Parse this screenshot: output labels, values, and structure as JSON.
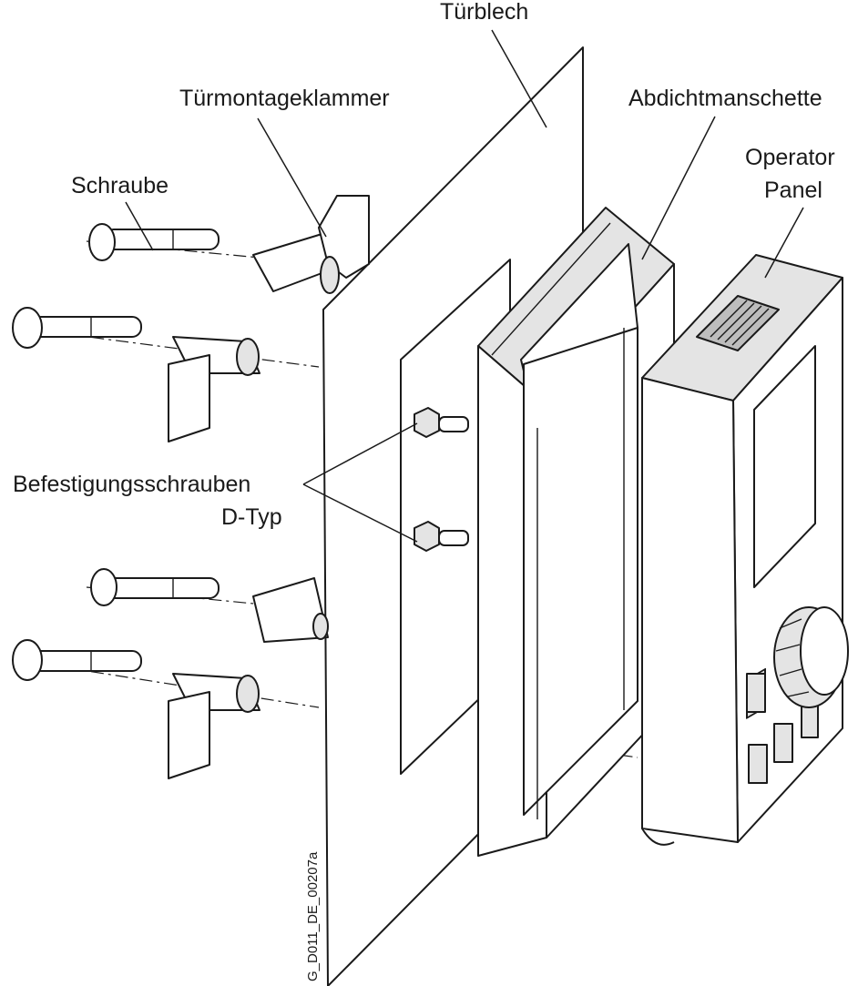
{
  "labels": {
    "turblech": "Türblech",
    "turmontageklammer": "Türmontageklammer",
    "abdichtmanschette": "Abdichtmanschette",
    "schraube": "Schraube",
    "operator_line1": "Operator",
    "operator_line2": "Panel",
    "befestigung_line1": "Befestigungsschrauben",
    "befestigung_line2": "D-Typ"
  },
  "drawing_code": "G_D011_DE_00207a"
}
